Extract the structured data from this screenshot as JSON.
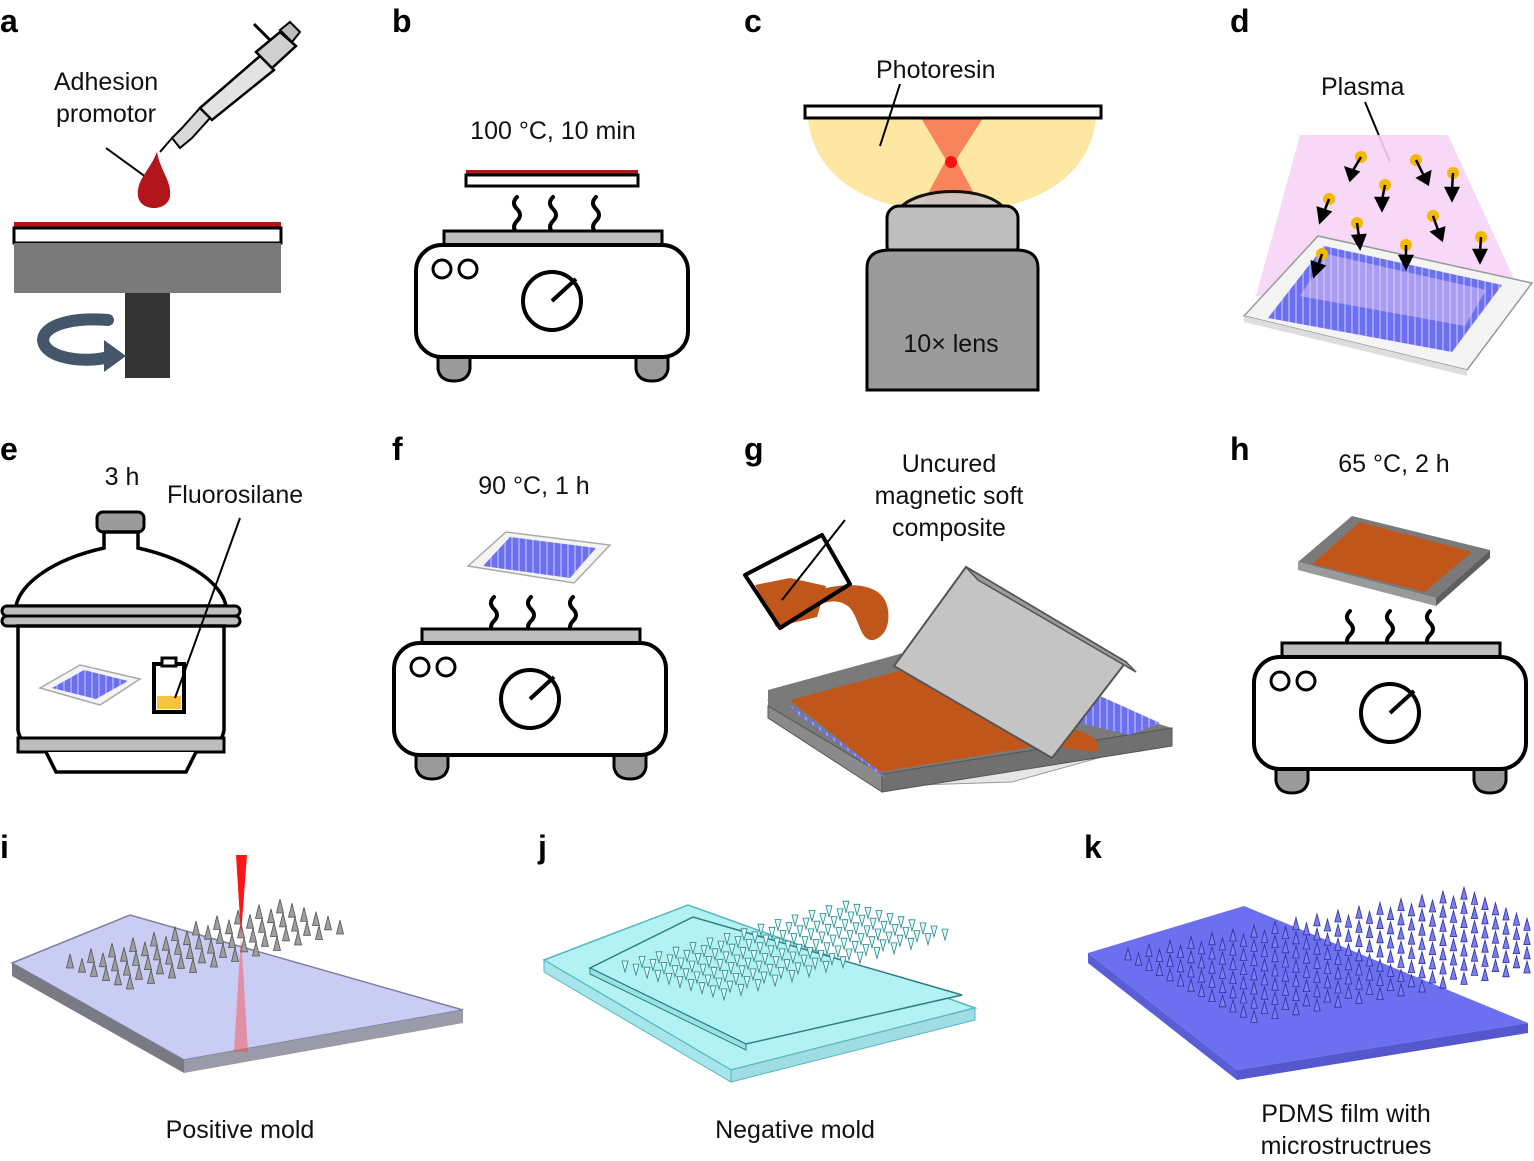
{
  "panels": {
    "a": {
      "label": "a",
      "text_line1": "Adhesion",
      "text_line2": "promotor"
    },
    "b": {
      "label": "b",
      "caption": "100 °C, 10 min"
    },
    "c": {
      "label": "c",
      "resin": "Photoresin",
      "lens": "10× lens"
    },
    "d": {
      "label": "d",
      "caption": "Plasma"
    },
    "e": {
      "label": "e",
      "time": "3 h",
      "chem": "Fluorosilane"
    },
    "f": {
      "label": "f",
      "caption": "90 °C, 1 h"
    },
    "g": {
      "label": "g",
      "line1": "Uncured",
      "line2": "magnetic soft",
      "line3": "composite"
    },
    "h": {
      "label": "h",
      "caption": "65 °C, 2 h"
    },
    "i": {
      "label": "i",
      "caption": "Positive mold"
    },
    "j": {
      "label": "j",
      "caption": "Negative mold"
    },
    "k": {
      "label": "k",
      "line1": "PDMS film with",
      "line2": "microstructrues"
    }
  },
  "colors": {
    "adhesion_red": "#b2161a",
    "photoresin_yellow": "#fde7a2",
    "laser_orange": "#f7845a",
    "plasma_pink": "#f6d4f6",
    "mold_blue": "#6b6ff0",
    "composite_orange": "#c0561a",
    "negative_cyan": "#b3f2f2",
    "stage_gray": "#7a7a7a"
  }
}
